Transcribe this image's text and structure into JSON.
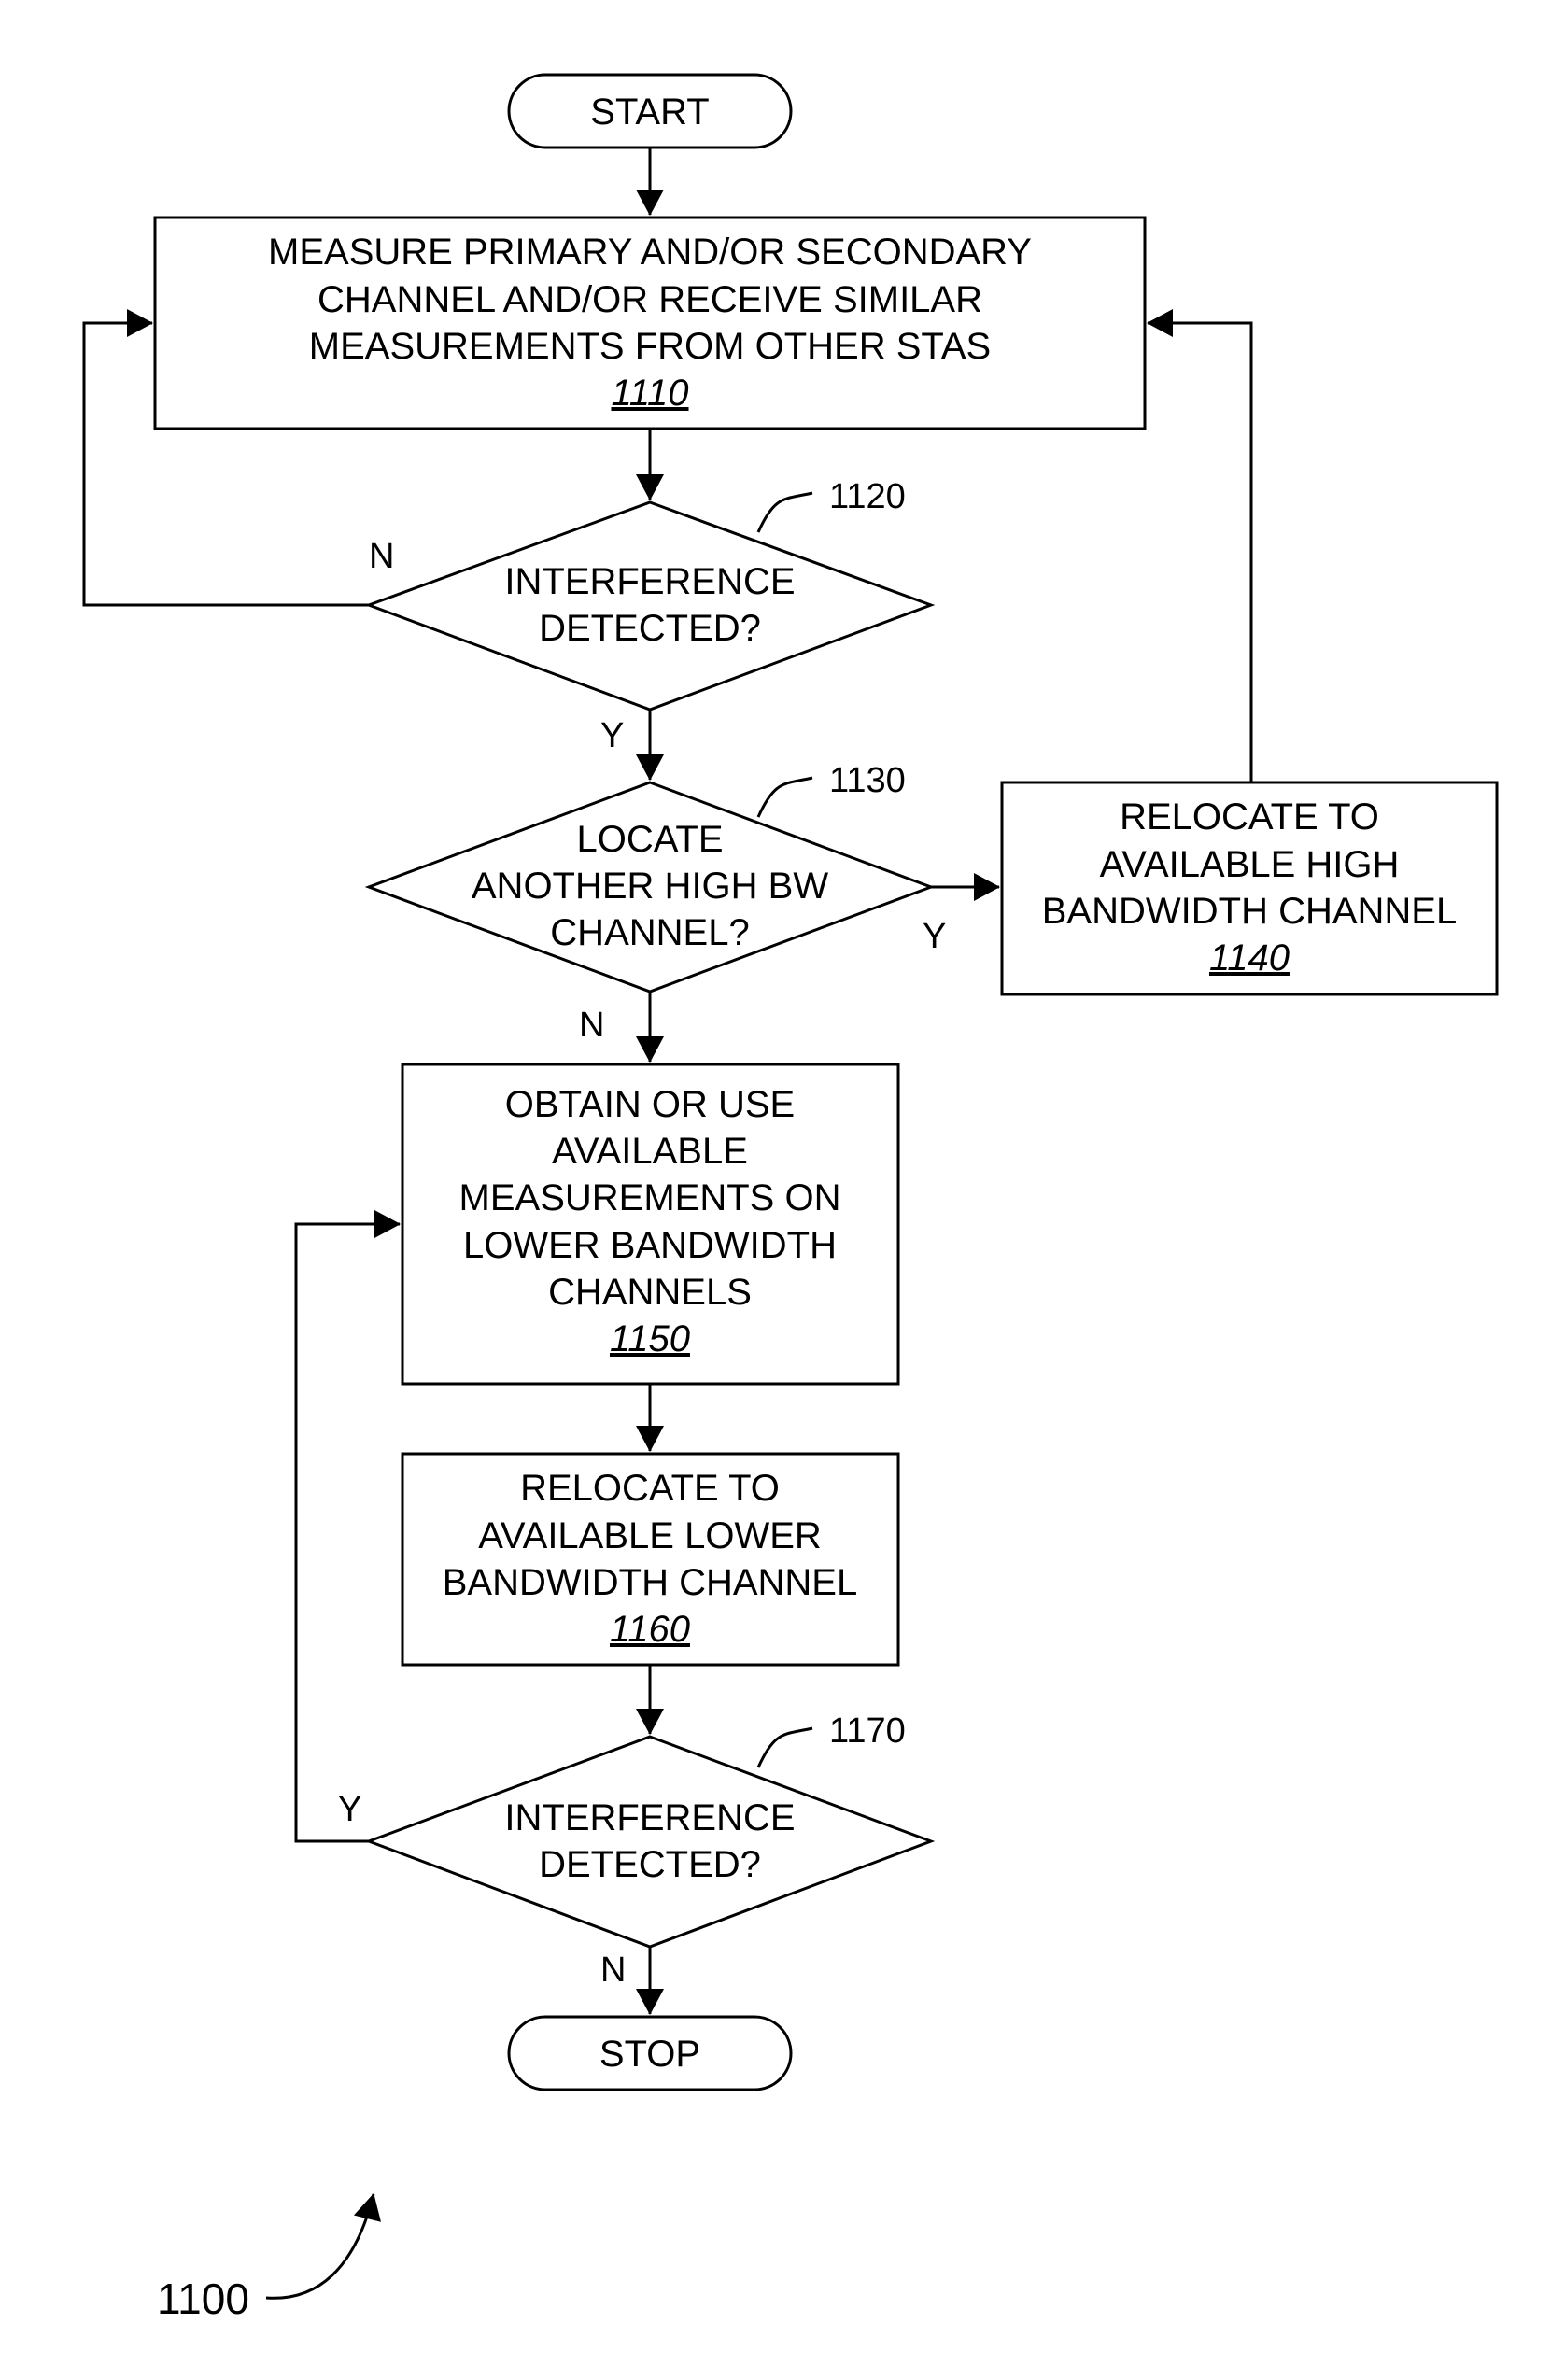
{
  "figure_label": "1100",
  "start": {
    "label": "START"
  },
  "stop": {
    "label": "STOP"
  },
  "step_1110": {
    "lines": [
      "MEASURE PRIMARY AND/OR SECONDARY",
      "CHANNEL AND/OR RECEIVE SIMILAR",
      "MEASUREMENTS FROM OTHER STAS"
    ],
    "ref": "1110"
  },
  "decision_1120": {
    "lines": [
      "INTERFERENCE",
      "DETECTED?"
    ],
    "callout": "1120",
    "no_label": "N",
    "yes_label": "Y"
  },
  "decision_1130": {
    "lines": [
      "LOCATE",
      "ANOTHER HIGH BW",
      "CHANNEL?"
    ],
    "callout": "1130",
    "yes_label": "Y",
    "no_label": "N"
  },
  "step_1140": {
    "lines": [
      "RELOCATE TO",
      "AVAILABLE HIGH",
      "BANDWIDTH CHANNEL"
    ],
    "ref": "1140"
  },
  "step_1150": {
    "lines": [
      "OBTAIN OR USE",
      "AVAILABLE",
      "MEASUREMENTS ON",
      "LOWER BANDWIDTH",
      "CHANNELS"
    ],
    "ref": "1150"
  },
  "step_1160": {
    "lines": [
      "RELOCATE TO",
      "AVAILABLE LOWER",
      "BANDWIDTH CHANNEL"
    ],
    "ref": "1160"
  },
  "decision_1170": {
    "lines": [
      "INTERFERENCE",
      "DETECTED?"
    ],
    "callout": "1170",
    "yes_label": "Y",
    "no_label": "N"
  }
}
